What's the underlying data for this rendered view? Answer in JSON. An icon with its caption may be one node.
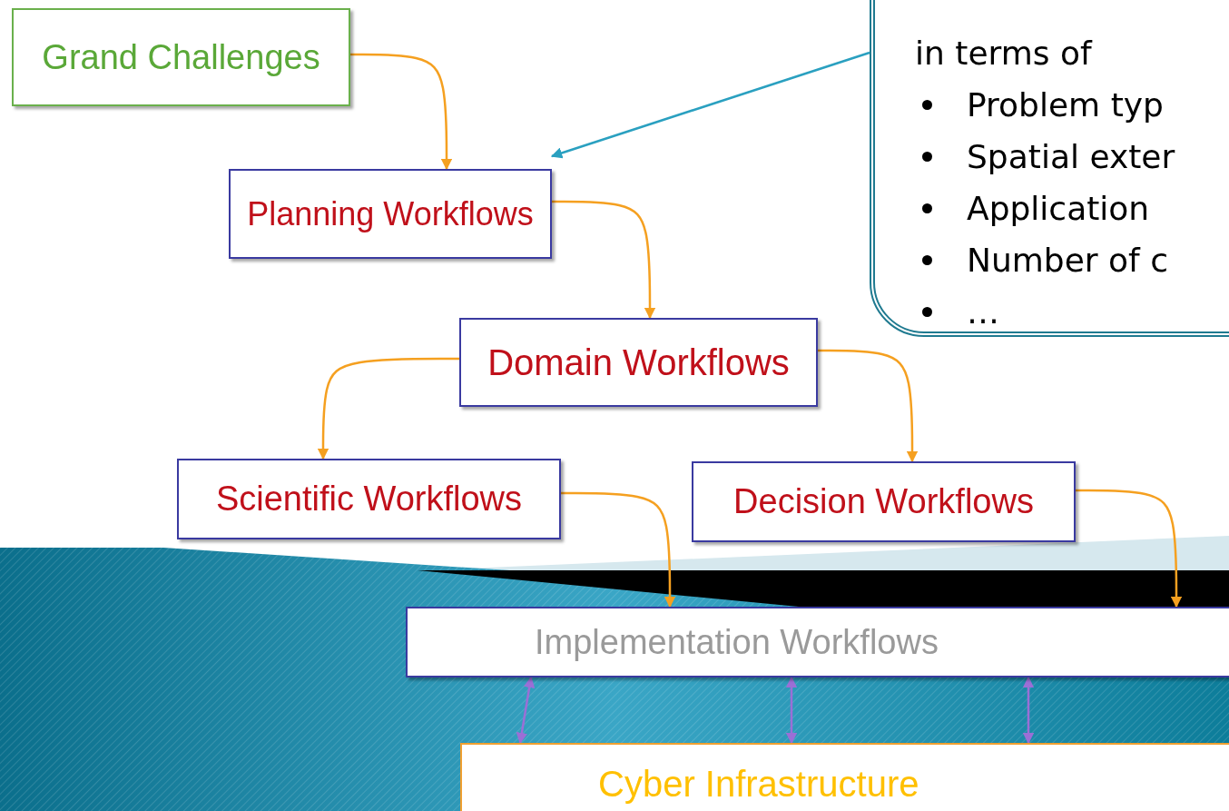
{
  "diagram": {
    "nodes": [
      {
        "text": [
          "Grand Challenges"
        ]
      },
      {
        "text": [
          "Planning Workflows"
        ]
      },
      {
        "text": [
          "Domain Workflows"
        ]
      },
      {
        "text": [
          "Scientific Workflows"
        ]
      },
      {
        "text": [
          "Decision Workflows"
        ]
      },
      {
        "text": [
          "Implementation Workflows"
        ]
      },
      {
        "text": [
          "Cyber Infrastructure"
        ]
      },
      {
        "text": [
          "in terms of",
          "Problem typ",
          "Spatial exter",
          "Application",
          "Number of c",
          "…"
        ]
      }
    ],
    "edges": [
      {
        "from": 0,
        "to": 1,
        "arrow": "to"
      },
      {
        "from": 1,
        "to": 2,
        "arrow": "to"
      },
      {
        "from": 2,
        "to": 3,
        "arrow": "to"
      },
      {
        "from": 2,
        "to": 4,
        "arrow": "to"
      },
      {
        "from": 3,
        "to": 5,
        "arrow": "to"
      },
      {
        "from": 4,
        "to": 5,
        "arrow": "to"
      },
      {
        "from": 5,
        "to": 6,
        "arrow": "both",
        "color": "#9b6fd6"
      },
      {
        "from": 5,
        "to": 6,
        "arrow": "both",
        "color": "#9b6fd6"
      },
      {
        "from": 5,
        "to": 6,
        "arrow": "both",
        "color": "#9b6fd6"
      },
      {
        "from": 7,
        "to": 1,
        "arrow": "to",
        "color": "#2aa0c0"
      }
    ]
  }
}
